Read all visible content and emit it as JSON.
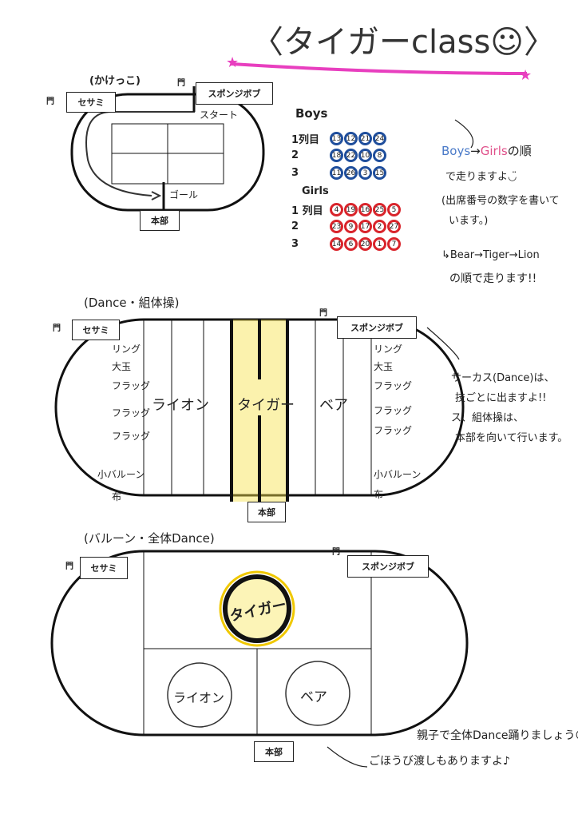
{
  "title": {
    "text": "〈タイガーclass☺〉"
  },
  "race": {
    "heading": "(かけっこ)",
    "gate1": "門",
    "gate2": "門",
    "sesame": "セサミ",
    "sponge": "スポンジボブ",
    "start": "スタート",
    "goal": "ゴール",
    "hq": "本部"
  },
  "order": {
    "boys_label": "Boys",
    "girls_label": "Girls",
    "boys": [
      {
        "row": "1列目",
        "nums": [
          "13",
          "12",
          "21",
          "24"
        ]
      },
      {
        "row": "2",
        "nums": [
          "18",
          "22",
          "10",
          "8"
        ]
      },
      {
        "row": "3",
        "nums": [
          "11",
          "26",
          "3",
          "15"
        ]
      }
    ],
    "girls": [
      {
        "row": "1 列目",
        "nums": [
          "4",
          "19",
          "16",
          "25",
          "5"
        ]
      },
      {
        "row": "2",
        "nums": [
          "23",
          "9",
          "17",
          "2",
          "27"
        ]
      },
      {
        "row": "3",
        "nums": [
          "14",
          "6",
          "20",
          "1",
          "7"
        ]
      }
    ],
    "colors": {
      "boys": "#1f4e9c",
      "girls": "#d9242b"
    }
  },
  "notes1": {
    "boys": "Boys",
    "arrow": "→",
    "girls": "Girls",
    "rest1": "の順",
    "line2": "で走りますよ◡̈",
    "line3": "(出席番号の数字を書いて",
    "line4": "います。)",
    "line5": "↳Bear→Tiger→Lion",
    "line6": "の順で走ります!!"
  },
  "dance": {
    "heading": "(Dance・組体操)",
    "gate1": "門",
    "gate2": "門",
    "sesame": "セサミ",
    "sponge": "スポンジボブ",
    "left_items": [
      "リング",
      "大玉",
      "フラッグ",
      "フラッグ",
      "フラッグ",
      "小バルーン",
      "布"
    ],
    "right_items": [
      "リング",
      "大玉",
      "フラッグ",
      "フラッグ",
      "フラッグ",
      "小バルーン",
      "布"
    ],
    "lion": "ライオン",
    "tiger": "タイガー",
    "bear": "ベア",
    "hq": "本部",
    "note": [
      "サーカス(Dance)は、",
      "技ごとに出ますよ!!",
      "ス、組体操は、",
      "本部を向いて行います。"
    ]
  },
  "balloon": {
    "heading": "(バルーン・全体Dance)",
    "gate1": "門",
    "gate2": "門",
    "sesame": "セサミ",
    "sponge": "スポンジボブ",
    "tiger": "タイガー",
    "lion": "ライオン",
    "bear": "ベア",
    "hq": "本部",
    "note": [
      "親子で全体Dance踊りましょう☺",
      "ごほうび渡しもありますよ♪"
    ]
  }
}
